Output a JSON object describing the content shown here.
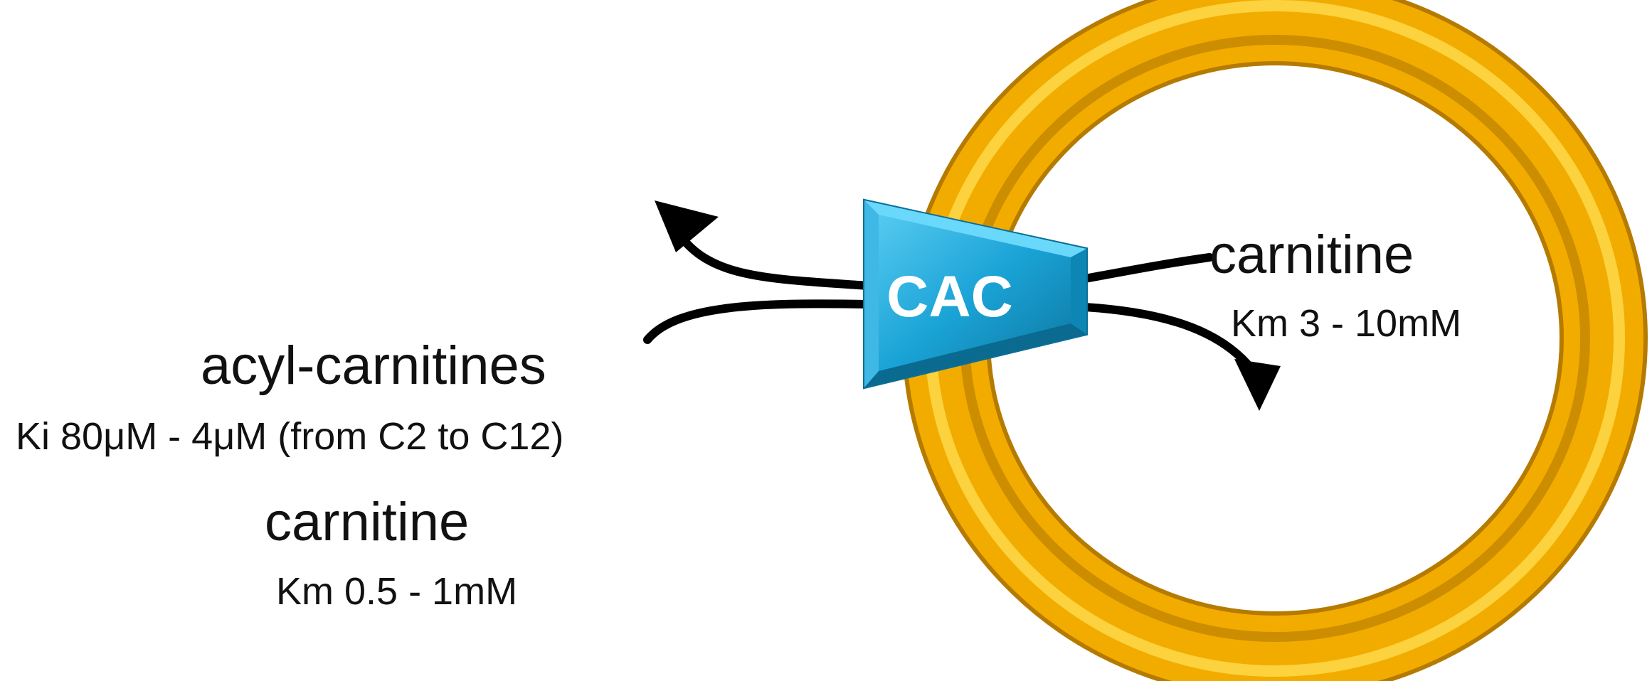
{
  "transporter": {
    "label": "CAC"
  },
  "outside": {
    "substrate_1": {
      "name": "acyl-carnitines",
      "kinetics": "Ki 80μM - 4μM (from C2 to C12)"
    },
    "substrate_2": {
      "name": "carnitine",
      "kinetics": "Km 0.5 - 1mM"
    }
  },
  "inside": {
    "substrate": {
      "name": "carnitine",
      "kinetics": "Km 3 - 10mM"
    }
  },
  "colors": {
    "membrane": "#f7b500",
    "membrane_highlight": "#ffd84a",
    "membrane_shadow": "#c98a00",
    "transporter": "#1aa3d6",
    "transporter_light": "#5fd0f5",
    "transporter_dark": "#0b6f96",
    "arrow": "#000000"
  }
}
